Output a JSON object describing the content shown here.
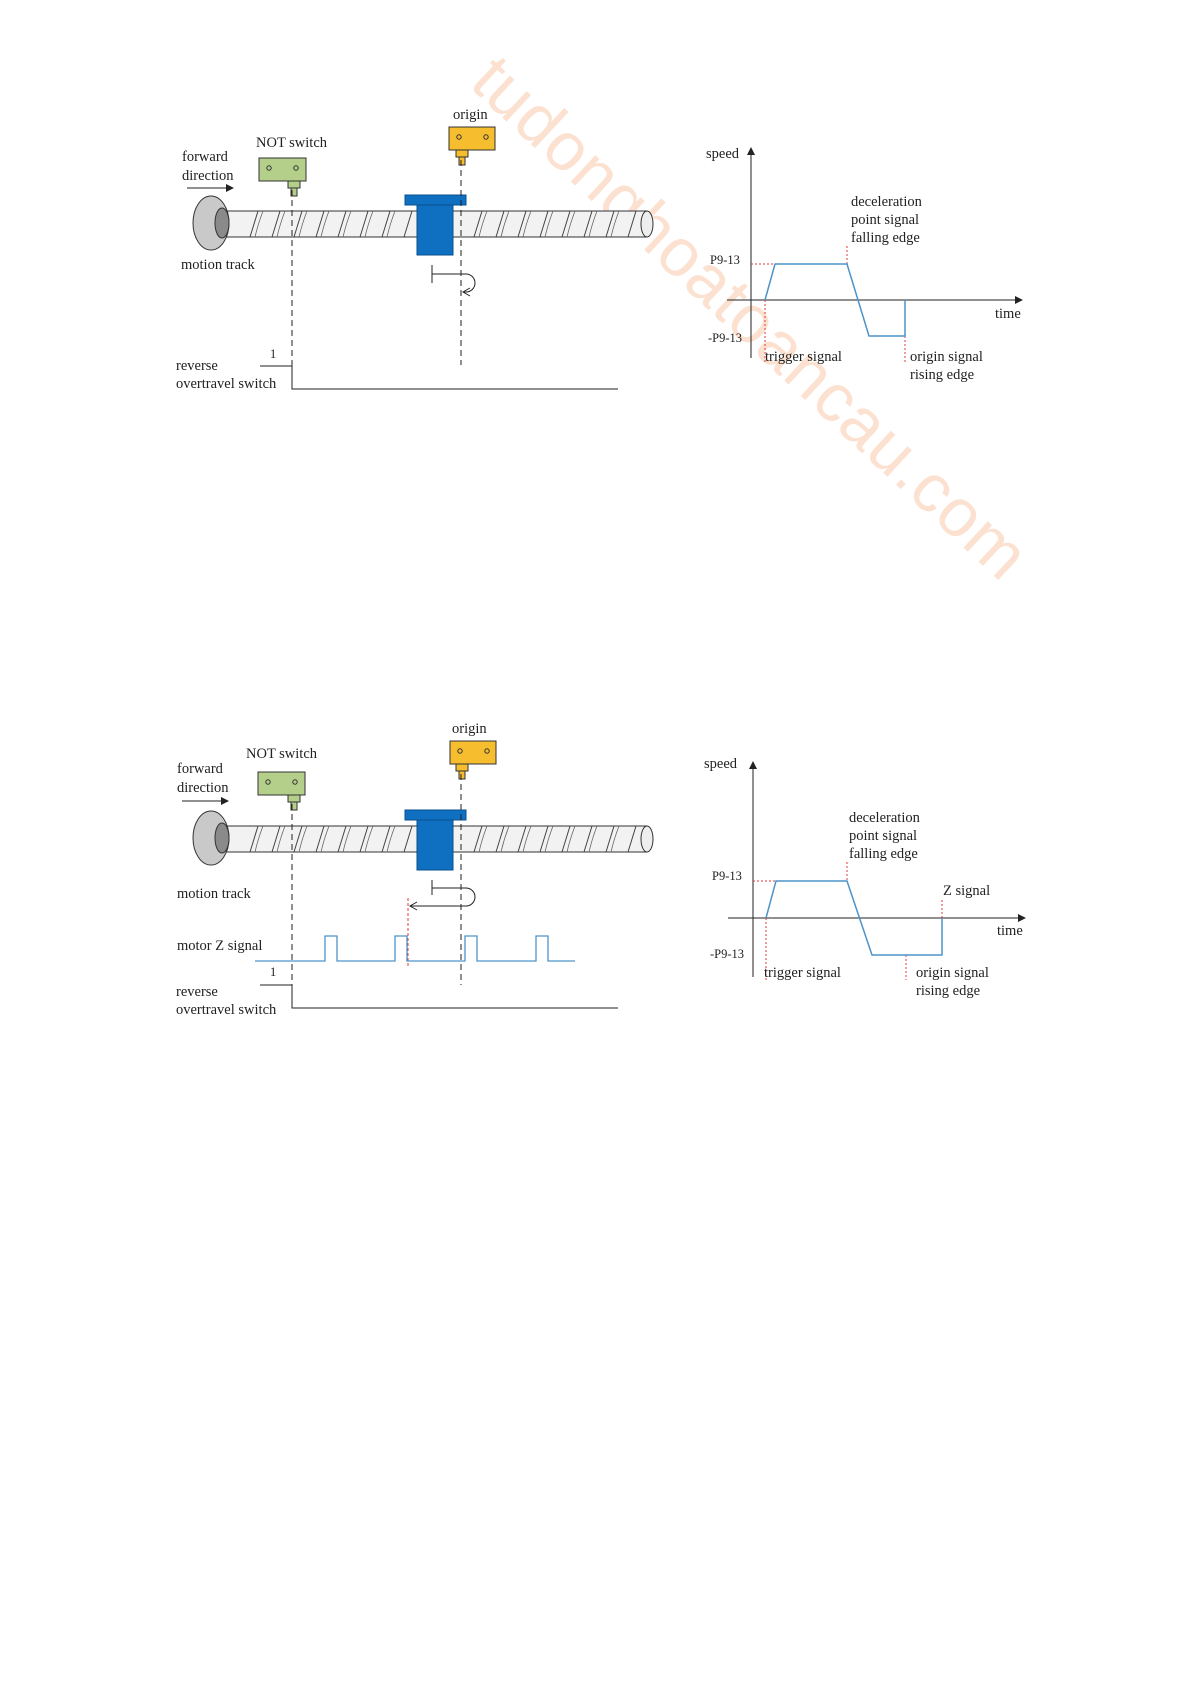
{
  "watermark": "tudonghoatoancau.com",
  "colors": {
    "not_switch": "#b4cf8a",
    "origin_switch": "#f6bd2e",
    "slider": "#0f6fc0",
    "speed_curve": "#4d93c9",
    "marker": "#e03a3a"
  },
  "diagram1": {
    "mechanism": {
      "origin_label": "origin",
      "not_switch_label": "NOT switch",
      "forward_label_1": "forward",
      "forward_label_2": "direction",
      "motion_track_label": "motion track",
      "reverse_label_1": "reverse",
      "reverse_label_2": "overtravel switch",
      "signal_level": "1"
    },
    "speed_chart": {
      "y_axis_label": "speed",
      "x_axis_label": "time",
      "pos_speed": "P9-13",
      "neg_speed": "-P9-13",
      "decel_1": "deceleration",
      "decel_2": "point signal",
      "decel_3": "falling edge",
      "trigger": "trigger signal",
      "origin_1": "origin signal",
      "origin_2": "rising edge"
    }
  },
  "diagram2": {
    "mechanism": {
      "origin_label": "origin",
      "not_switch_label": "NOT switch",
      "forward_label_1": "forward",
      "forward_label_2": "direction",
      "motion_track_label": "motion track",
      "z_signal_label": "motor Z signal",
      "reverse_label_1": "reverse",
      "reverse_label_2": "overtravel switch",
      "signal_level": "1"
    },
    "speed_chart": {
      "y_axis_label": "speed",
      "x_axis_label": "time",
      "pos_speed": "P9-13",
      "neg_speed": "-P9-13",
      "decel_1": "deceleration",
      "decel_2": "point signal",
      "decel_3": "falling edge",
      "z_signal": "Z signal",
      "trigger": "trigger signal",
      "origin_1": "origin signal",
      "origin_2": "rising edge"
    }
  }
}
